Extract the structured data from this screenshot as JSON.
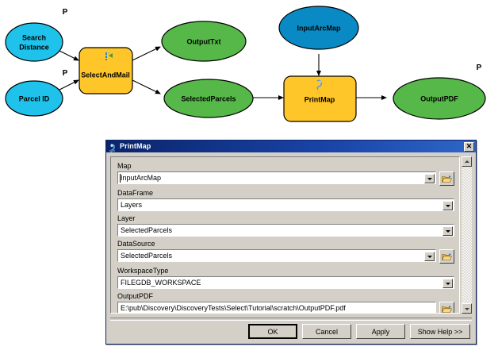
{
  "model": {
    "nodes": [
      {
        "id": "search-distance",
        "label": "Search\nDistance",
        "kind": "variable-input",
        "shape": "ellipse",
        "color": "#1ec2ea",
        "parameter": "P"
      },
      {
        "id": "parcel-id",
        "label": "Parcel ID",
        "kind": "variable-input",
        "shape": "ellipse",
        "color": "#1ec2ea",
        "parameter": "P"
      },
      {
        "id": "select-and-mail",
        "label": "SelectAndMail",
        "kind": "script-tool",
        "shape": "rounded-rect",
        "color": "#ffc629",
        "icon": "script-icon"
      },
      {
        "id": "output-txt",
        "label": "OutputTxt",
        "kind": "variable-derived",
        "shape": "ellipse",
        "color": "#56b848"
      },
      {
        "id": "selected-parcels",
        "label": "SelectedParcels",
        "kind": "variable-derived",
        "shape": "ellipse",
        "color": "#56b848"
      },
      {
        "id": "input-arcmap",
        "label": "InputArcMap",
        "kind": "variable-input",
        "shape": "ellipse",
        "color": "#0a8ac4"
      },
      {
        "id": "print-map",
        "label": "PrintMap",
        "kind": "script-tool",
        "shape": "rounded-rect",
        "color": "#ffc629",
        "icon": "script-icon"
      },
      {
        "id": "output-pdf",
        "label": "OutputPDF",
        "kind": "variable-derived",
        "shape": "ellipse",
        "color": "#56b848",
        "parameter": "P"
      }
    ],
    "parameter_marker": "P",
    "connections": [
      {
        "from": "search-distance",
        "to": "select-and-mail"
      },
      {
        "from": "parcel-id",
        "to": "select-and-mail"
      },
      {
        "from": "select-and-mail",
        "to": "output-txt"
      },
      {
        "from": "select-and-mail",
        "to": "selected-parcels"
      },
      {
        "from": "selected-parcels",
        "to": "print-map"
      },
      {
        "from": "input-arcmap",
        "to": "print-map"
      },
      {
        "from": "print-map",
        "to": "output-pdf"
      }
    ]
  },
  "dialog": {
    "title": "PrintMap",
    "title_icon": "script-tool-icon",
    "close_label": "✕",
    "fields": [
      {
        "name": "map",
        "label": "Map",
        "value": "InputArcMap",
        "has_dropdown": true,
        "has_browse": true,
        "focused": true
      },
      {
        "name": "dataframe",
        "label": "DataFrame",
        "value": "Layers",
        "has_dropdown": true,
        "has_browse": false,
        "focused": false
      },
      {
        "name": "layer",
        "label": "Layer",
        "value": "SelectedParcels",
        "has_dropdown": true,
        "has_browse": false,
        "focused": false
      },
      {
        "name": "datasource",
        "label": "DataSource",
        "value": "SelectedParcels",
        "has_dropdown": true,
        "has_browse": true,
        "focused": false
      },
      {
        "name": "workspacetype",
        "label": "WorkspaceType",
        "value": "FILEGDB_WORKSPACE",
        "has_dropdown": true,
        "has_browse": false,
        "focused": false
      },
      {
        "name": "outputpdf",
        "label": "OutputPDF",
        "value": "E:\\pub\\Discovery\\DiscoveryTests\\Select\\Tutorial\\scratch\\OutputPDF.pdf",
        "has_dropdown": false,
        "has_browse": true,
        "focused": false
      }
    ],
    "buttons": [
      {
        "name": "ok",
        "label": "OK",
        "default": true
      },
      {
        "name": "cancel",
        "label": "Cancel",
        "default": false
      },
      {
        "name": "apply",
        "label": "Apply",
        "default": false
      },
      {
        "name": "show-help",
        "label": "Show Help >>",
        "default": false
      }
    ],
    "scrollbar": {
      "up": "▲",
      "down": "▼"
    }
  },
  "colors": {
    "titlebar": "#0a246a",
    "dialog_face": "#d4d0c8",
    "input_blue": "#1ec2ea",
    "map_blue": "#0a8ac4",
    "tool_yellow": "#ffc629",
    "output_green": "#56b848"
  }
}
